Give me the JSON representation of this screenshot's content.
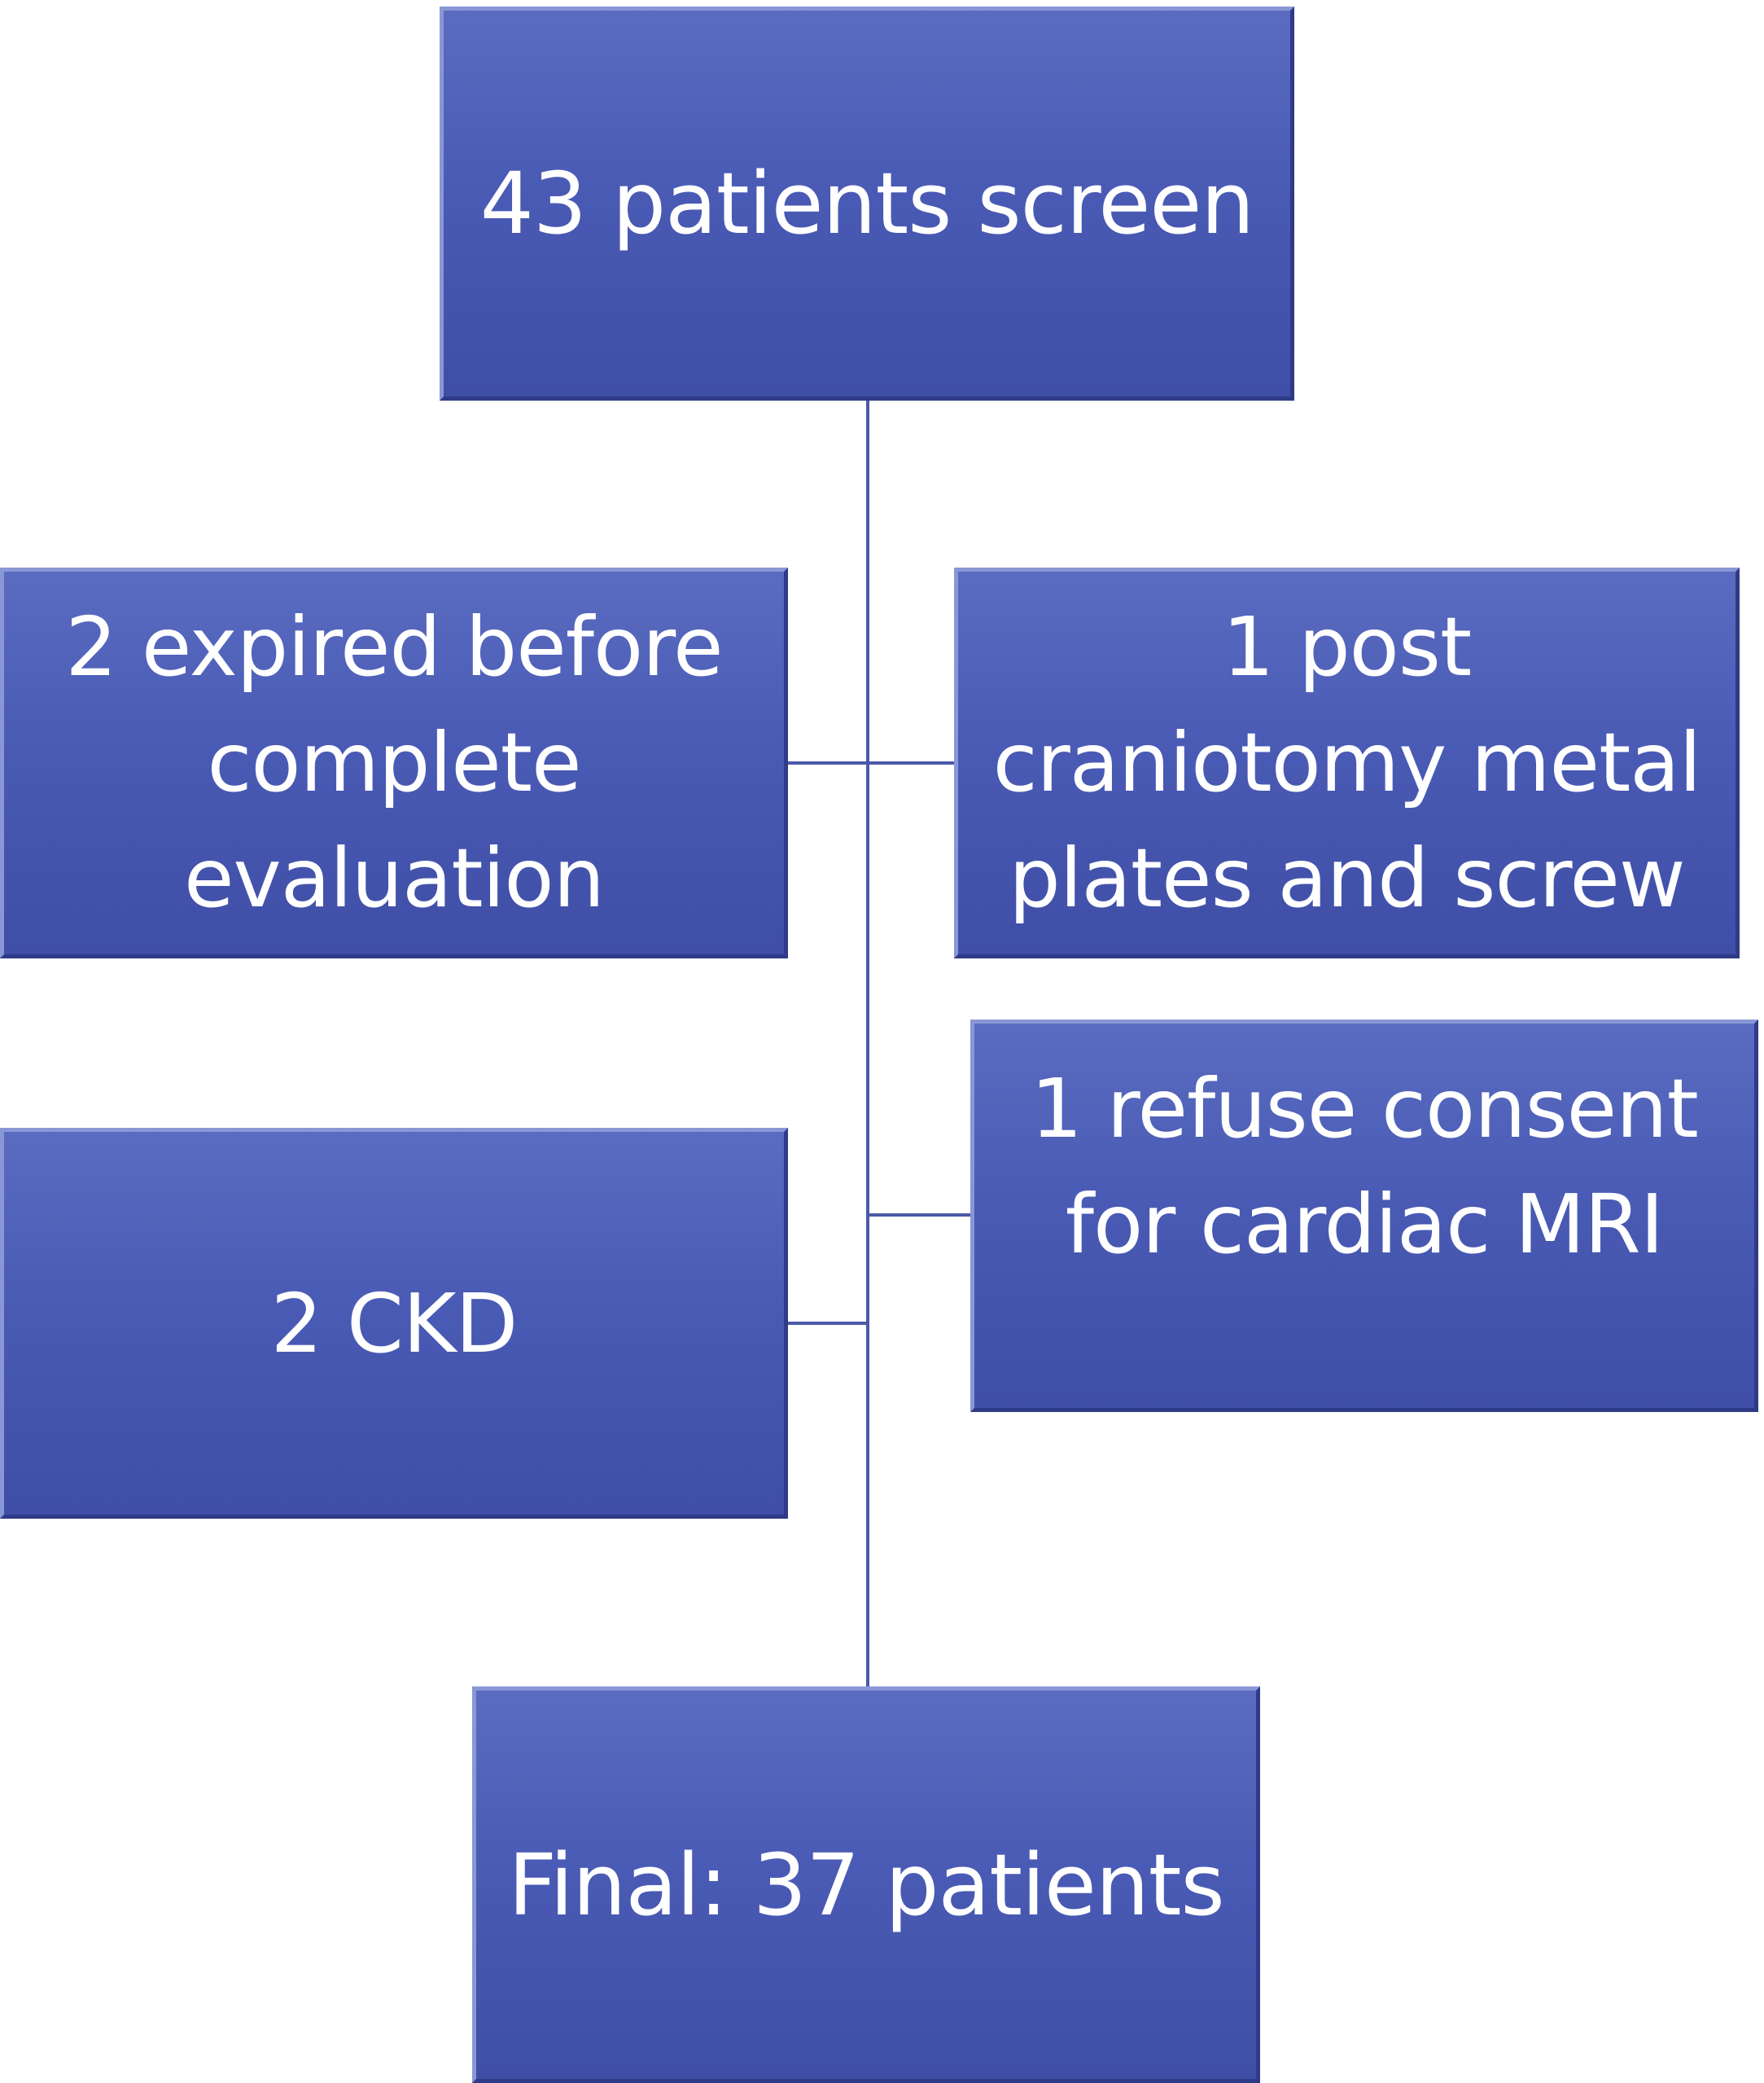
{
  "diagram": {
    "boxes": {
      "screen": "43 patients screen",
      "expired": "2 expired before\ncomplete\nevaluation",
      "craniotomy": "1 post\ncraniotomy metal\nplates and screw",
      "refuse": "1 refuse consent\nfor cardiac MRI",
      "ckd": "2 CKD",
      "final": "Final: 37 patients"
    },
    "colors": {
      "box_fill": "#4a5bb5",
      "box_text": "#ffffff",
      "connector": "#4a5aa8"
    }
  }
}
